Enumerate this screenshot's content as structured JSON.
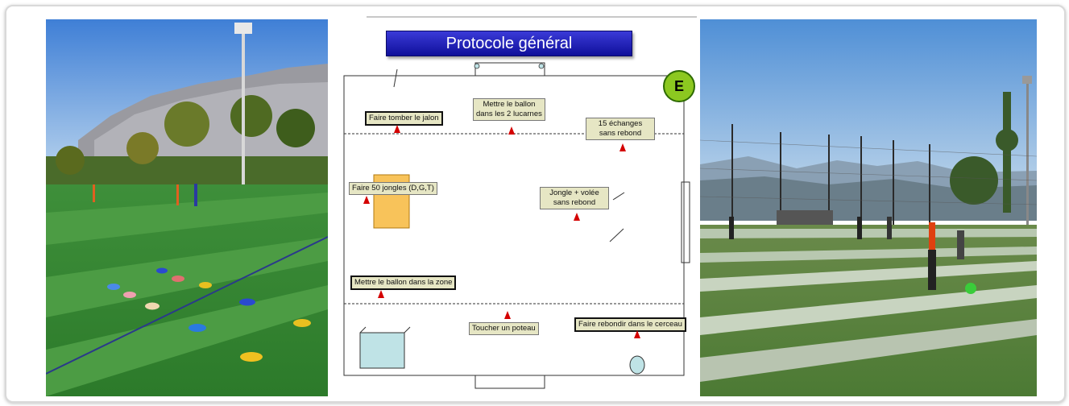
{
  "diagram": {
    "title": "Protocole général",
    "badge": "E",
    "stations": {
      "s1": "Faire tomber le jalon",
      "s2_line1": "Mettre le ballon",
      "s2_line2": "dans les 2 lucarnes",
      "s3_line1": "15 échanges",
      "s3_line2": "sans rebond",
      "s4": "Faire 50 jongles (D,G,T)",
      "s5_line1": "Jongle + volée",
      "s5_line2": "sans rebond",
      "s6": "Mettre le ballon dans la zone",
      "s7": "Toucher un poteau",
      "s8": "Faire rebondir dans le cerceau"
    },
    "colors": {
      "title_bg": "#1f1fb4",
      "label_bg": "#e6e6c4",
      "cone": "#d40000",
      "zone": "#f8c35a",
      "box": "#bfe3e6",
      "badge": "#8cc820"
    }
  }
}
